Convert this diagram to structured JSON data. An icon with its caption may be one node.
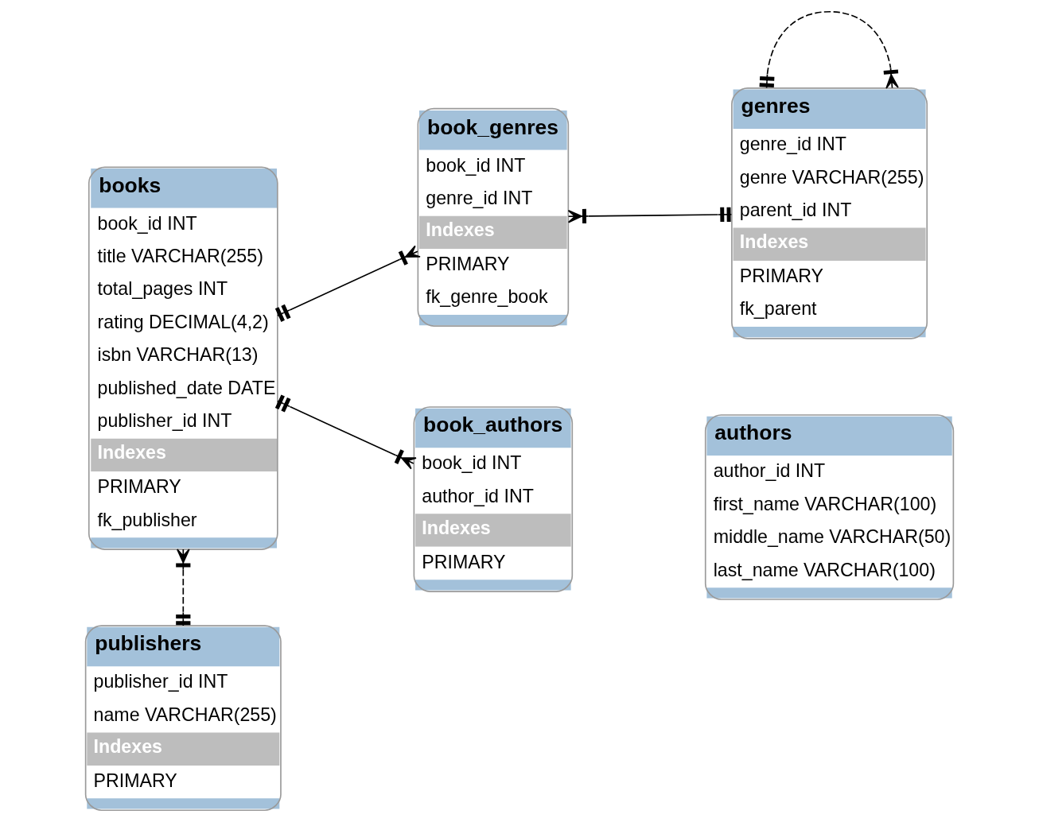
{
  "diagram": {
    "nodes": [
      {
        "text": [
          "books",
          "book_id INT",
          "title VARCHAR(255)",
          "total_pages INT",
          "rating DECIMAL(4,2)",
          "isbn VARCHAR(13)",
          "published_date DATE",
          "publisher_id INT",
          "Indexes",
          "PRIMARY",
          "fk_publisher"
        ]
      },
      {
        "text": [
          "book_genres",
          "book_id INT",
          "genre_id INT",
          "Indexes",
          "PRIMARY",
          "fk_genre_book"
        ]
      },
      {
        "text": [
          "genres",
          "genre_id INT",
          "genre VARCHAR(255)",
          "parent_id INT",
          "Indexes",
          "PRIMARY",
          "fk_parent"
        ]
      },
      {
        "text": [
          "book_authors",
          "book_id INT",
          "author_id INT",
          "Indexes",
          "PRIMARY"
        ]
      },
      {
        "text": [
          "publishers",
          "publisher_id INT",
          "name VARCHAR(255)",
          "Indexes",
          "PRIMARY"
        ]
      },
      {
        "text": [
          "authors",
          "author_id INT",
          "first_name VARCHAR(100)",
          "middle_name VARCHAR(50)",
          "last_name VARCHAR(100)"
        ]
      }
    ],
    "edges": [
      {
        "from": 0,
        "to": 1,
        "arrow": "other"
      },
      {
        "from": 1,
        "to": 2,
        "arrow": "other"
      },
      {
        "from": 0,
        "to": 3,
        "arrow": "other"
      },
      {
        "from": 0,
        "to": 4,
        "arrow": "other",
        "style": "dashed"
      },
      {
        "from": 2,
        "to": 2,
        "arrow": "other",
        "style": "dashed"
      }
    ]
  }
}
